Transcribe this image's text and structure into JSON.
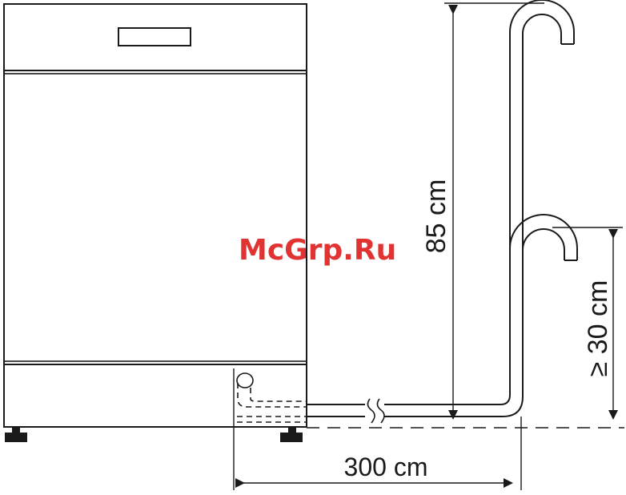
{
  "labels": {
    "height_max": "85 cm",
    "height_min": "≥ 30 cm",
    "length_max": "300 cm"
  },
  "watermark": "McGrp.Ru",
  "colors": {
    "line": "#1a1a1a",
    "watermark": "#e23333",
    "background": "#ffffff"
  }
}
